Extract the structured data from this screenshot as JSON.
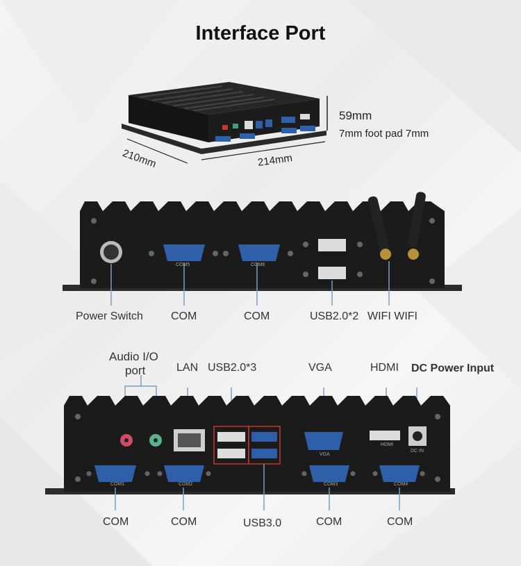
{
  "title": "Interface Port",
  "dimensions": {
    "height": "59mm",
    "foot_pad": "7mm foot pad 7mm",
    "depth": "210mm",
    "width": "214mm"
  },
  "front_panel": {
    "labels": [
      "Power Switch",
      "COM",
      "COM",
      "USB2.0*2",
      "WIFI WIFI"
    ],
    "port_marks": [
      "COM5",
      "COM6"
    ]
  },
  "rear_panel": {
    "top_labels": {
      "audio_line1": "Audio I/O",
      "audio_line2": "port",
      "lan": "LAN",
      "usb20": "USB2.0*3",
      "vga": "VGA",
      "hdmi": "HDMI",
      "dc": "DC Power Input"
    },
    "bottom_labels": [
      "COM",
      "COM",
      "USB3.0",
      "COM",
      "COM"
    ],
    "port_marks": {
      "com1": "COM1",
      "com2": "COM2",
      "com3": "COM3",
      "com4": "COM4",
      "vga": "VGA",
      "hdmi": "HDMI",
      "dc": "DC IN"
    }
  },
  "colors": {
    "chassis": "#1b1b1b",
    "port_blue": "#2f5fa8",
    "leader": "#7a9fc0",
    "highlight_red": "#c0392b"
  }
}
